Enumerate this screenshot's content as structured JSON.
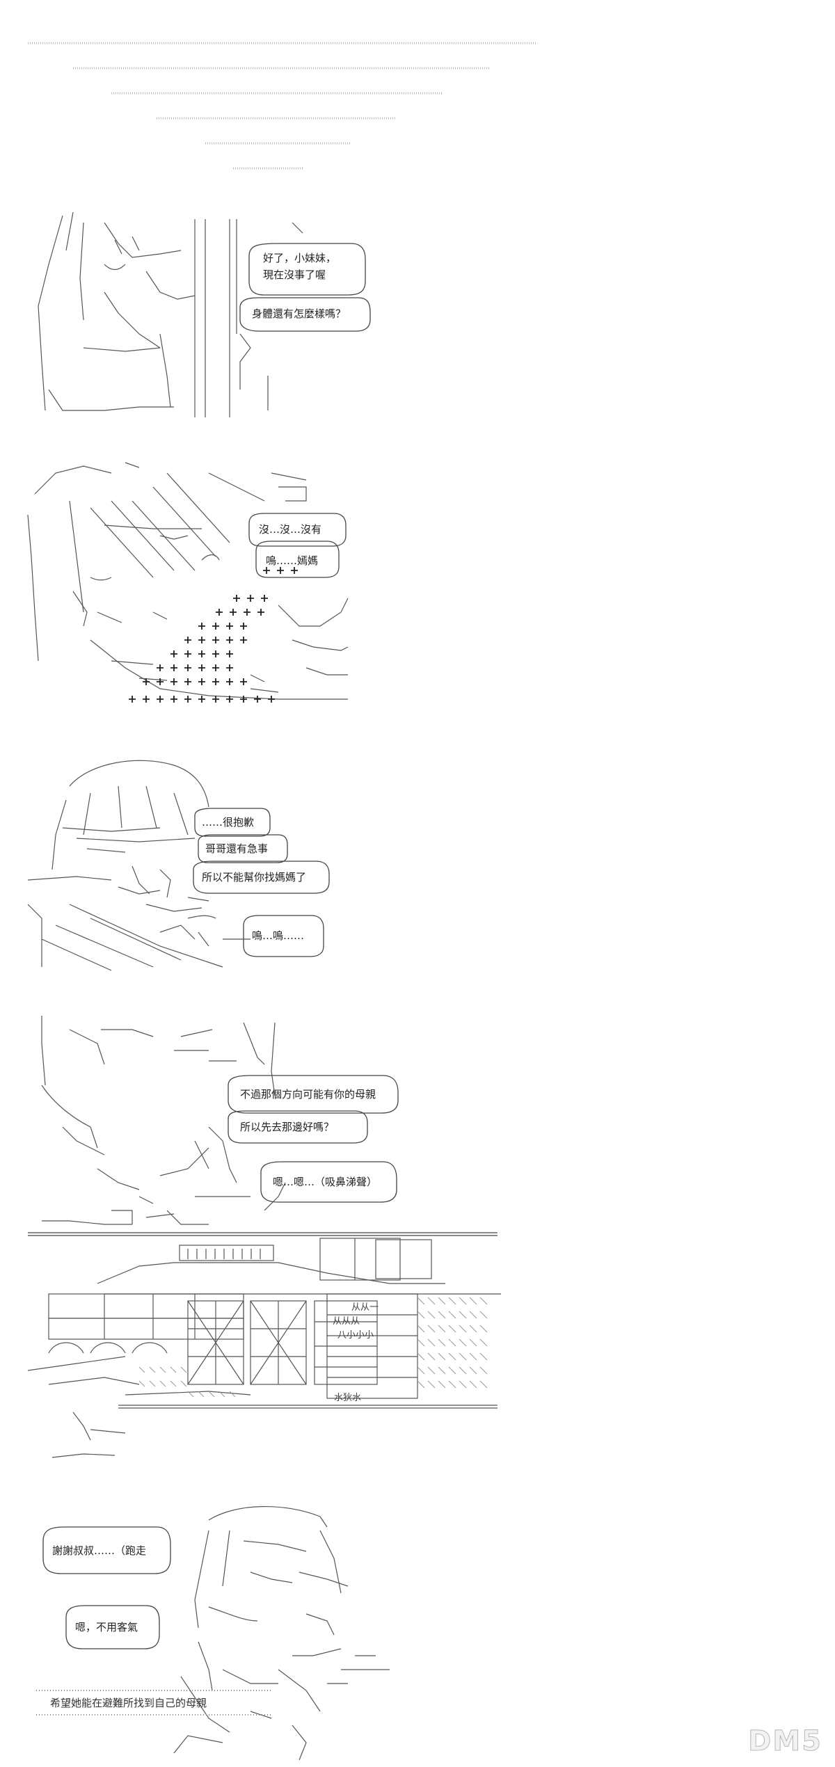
{
  "panels": [
    {
      "id": "panel-1",
      "lines": [
        "好了，小妹妹，",
        "現在沒事了喔",
        "身體還有怎麼樣嗎？"
      ]
    },
    {
      "id": "panel-2",
      "lines": [
        "沒…沒…沒有",
        "嗚……嫣媽"
      ]
    },
    {
      "id": "panel-3",
      "lines": [
        "……很抱歉",
        "哥哥還有急事",
        "所以不能幫你找媽媽了",
        "嗚…嗚……"
      ]
    },
    {
      "id": "panel-4",
      "lines": [
        "不過那個方向可能有你的母親",
        "所以先去那邊好嗎？",
        "嗯…嗯…（吸鼻涕聲）"
      ]
    },
    {
      "id": "panel-5",
      "signs": [
        "从从一",
        "从从从",
        "八小小小",
        "水狄水"
      ]
    },
    {
      "id": "panel-6",
      "lines": [
        "謝謝叔叔……（跑走",
        "嗯，不用客氣"
      ],
      "narration": "希望她能在避難所找到自己的母親"
    }
  ],
  "watermark": "DM5"
}
